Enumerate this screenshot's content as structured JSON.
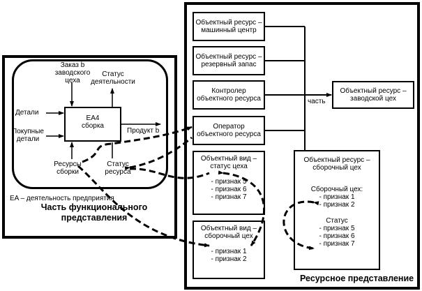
{
  "functional_view": {
    "title_line1": "Часть функционального",
    "title_line2": "представления",
    "legend": "EA – деятельность предприятия",
    "activity": {
      "line1": "EA4",
      "line2": "сборка"
    },
    "inputs": [
      {
        "label": "Детали"
      },
      {
        "line1": "Покупные",
        "line2": "детали"
      }
    ],
    "control": {
      "line1": "Заказ b",
      "line2": "заводского",
      "line3": "цеха"
    },
    "output_status": {
      "line1": "Статус",
      "line2": "деятельности"
    },
    "output_product": "Продукт b",
    "mechanism": {
      "line1": "Ресурсы",
      "line2": "сборки"
    },
    "resource_status": {
      "line1": "Статус",
      "line2": "ресурса"
    }
  },
  "resource_view": {
    "title": "Ресурсное представление",
    "part_label": "часть",
    "boxes": [
      {
        "line1": "Объектный ресурс –",
        "line2": "машинный центр"
      },
      {
        "line1": "Объектный ресурс –",
        "line2": "резервный запас"
      },
      {
        "line1": "Контролер",
        "line2": "объектного ресурса"
      },
      {
        "line1": "Оператор",
        "line2": "объектного ресурса"
      }
    ],
    "plant_box": {
      "line1": "Объектный ресурс –",
      "line2": "заводской цех"
    },
    "status_view": {
      "line1": "Объектный вид –",
      "line2": "статус цеха",
      "items": [
        "- признак 5",
        "- признак 6",
        "- признак 7"
      ]
    },
    "shop_view": {
      "line1": "Объектный вид –",
      "line2": "сборочный цех",
      "items": [
        "- признак 1",
        "- признак 2"
      ]
    },
    "assembly_shop": {
      "line1": "Объектный ресурс –",
      "line2": "сборочный цех",
      "group1_title": "Сборочный цех:",
      "group1_items": [
        "- признак 1",
        "- признак 2"
      ],
      "group2_title": "Статус",
      "group2_items": [
        "- признак 5",
        "- признак 6",
        "- признак 7"
      ]
    }
  }
}
